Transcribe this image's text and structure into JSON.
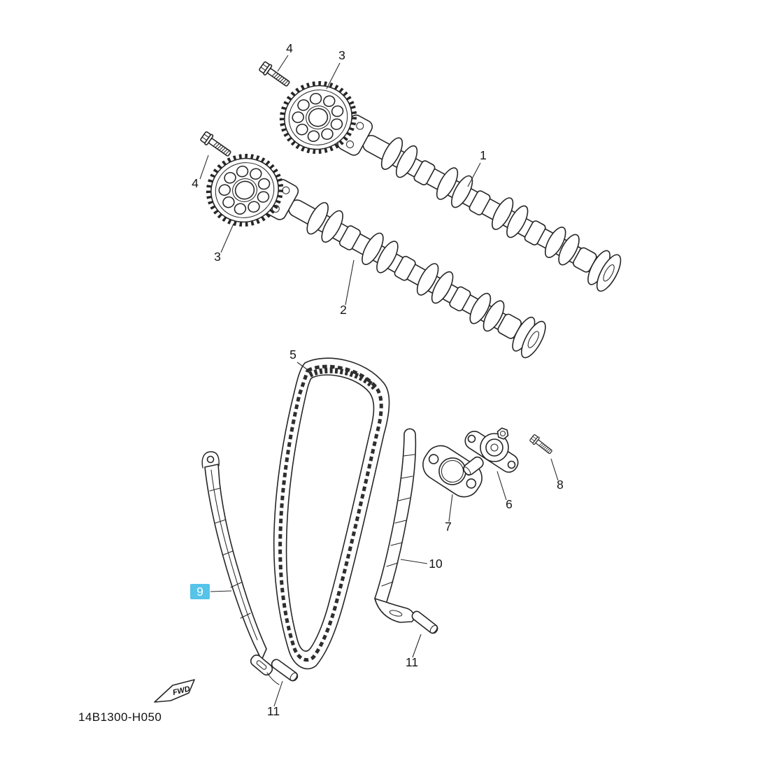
{
  "diagram": {
    "drawing_code": "14B1300-H050",
    "fwd_label": "FWD",
    "colors": {
      "highlight": "#56C3E9",
      "ink": "#262626",
      "background": "#ffffff"
    },
    "callouts": {
      "camshaft_1": "1",
      "camshaft_2": "2",
      "sprocket_top": "3",
      "sprocket_bottom": "3",
      "bolt_top": "4",
      "bolt_left": "4",
      "timing_chain": "5",
      "tensioner": "6",
      "gasket": "7",
      "tensioner_bolt": "8",
      "guide_highlighted": "9",
      "guide_rear": "10",
      "pin_left": "11",
      "pin_right": "11"
    }
  }
}
